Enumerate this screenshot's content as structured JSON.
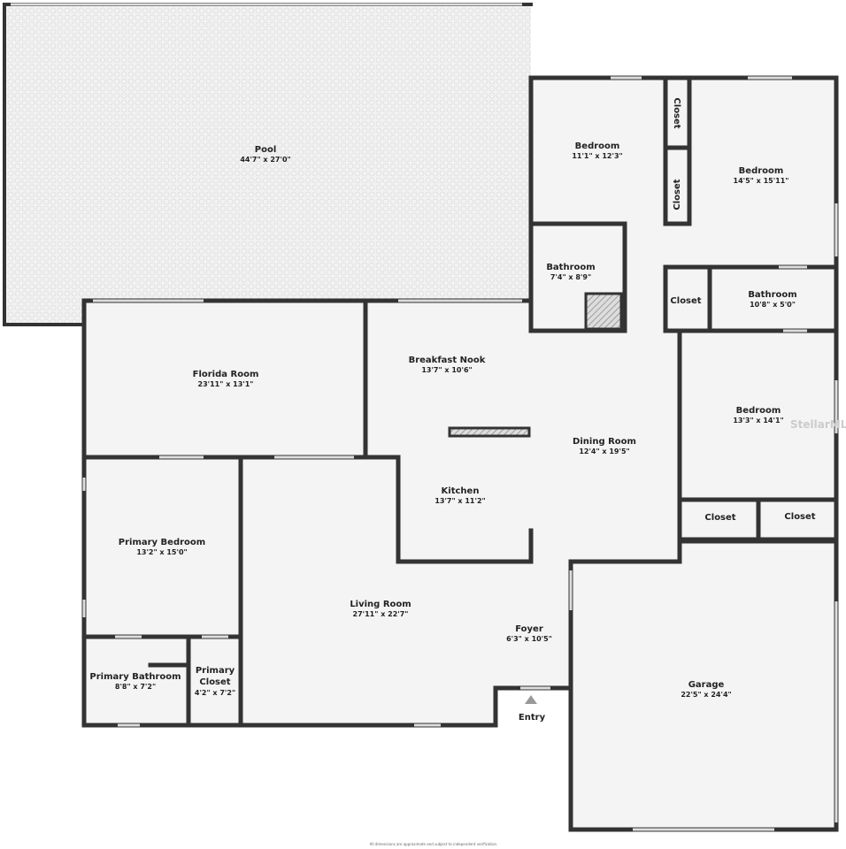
{
  "rooms": {
    "pool": {
      "name": "Pool",
      "dim": "44'7\" x 27'0\""
    },
    "bedroom1": {
      "name": "Bedroom",
      "dim": "11'1\" x 12'3\""
    },
    "bedroom2": {
      "name": "Bedroom",
      "dim": "14'5\" x 15'11\""
    },
    "closet1": {
      "name": "Closet"
    },
    "closet2": {
      "name": "Closet"
    },
    "bathroom1": {
      "name": "Bathroom",
      "dim": "7'4\" x 8'9\""
    },
    "closet3": {
      "name": "Closet"
    },
    "bathroom2": {
      "name": "Bathroom",
      "dim": "10'8\" x 5'0\""
    },
    "florida": {
      "name": "Florida Room",
      "dim": "23'11\" x 13'1\""
    },
    "nook": {
      "name": "Breakfast Nook",
      "dim": "13'7\" x 10'6\""
    },
    "bedroom3": {
      "name": "Bedroom",
      "dim": "13'3\" x 14'1\""
    },
    "dining": {
      "name": "Dining Room",
      "dim": "12'4\" x 19'5\""
    },
    "kitchen": {
      "name": "Kitchen",
      "dim": "13'7\" x 11'2\""
    },
    "closet4": {
      "name": "Closet"
    },
    "closet5": {
      "name": "Closet"
    },
    "primary_bedroom": {
      "name": "Primary Bedroom",
      "dim": "13'2\" x 15'0\""
    },
    "living": {
      "name": "Living Room",
      "dim": "27'11\" x 22'7\""
    },
    "foyer": {
      "name": "Foyer",
      "dim": "6'3\" x 10'5\""
    },
    "primary_bath": {
      "name": "Primary Bathroom",
      "dim": "8'8\" x 7'2\""
    },
    "primary_closet": {
      "name": "Primary",
      "name2": "Closet",
      "dim": "4'2\" x 7'2\""
    },
    "garage": {
      "name": "Garage",
      "dim": "22'5\" x 24'4\""
    }
  },
  "entry_label": "Entry",
  "watermark": "StellarMLS",
  "footer": "All dimensions are approximate and subject to independent verification.",
  "colors": {
    "wall": "#333333",
    "floor": "#f4f4f4"
  }
}
